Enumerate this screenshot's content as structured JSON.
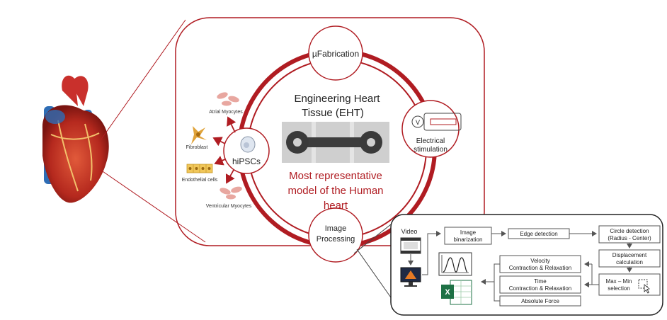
{
  "center": {
    "title_line1": "Engineering Heart",
    "title_line2": "Tissue (EHT)",
    "subtitle_line1": "Most representative",
    "subtitle_line2": "model of the Human",
    "subtitle_line3": "heart"
  },
  "nodes": {
    "fabrication": "µFabrication",
    "stimulation_line1": "Electrical",
    "stimulation_line2": "stimulation",
    "stimulation_symbol": "V",
    "processing_line1": "Image",
    "processing_line2": "Processing",
    "hipsc": "hiPSCs"
  },
  "cells": {
    "atrial": "Atrial Myocytes",
    "fibroblast": "Fibroblast",
    "endothelial": "Endothelial cells",
    "ventricular": "Ventricular Myocytes"
  },
  "pipeline": {
    "video": "Video",
    "binarization_line1": "Image",
    "binarization_line2": "binarization",
    "edge": "Edge detection",
    "circle_line1": "Circle detection",
    "circle_line2": "(Radius - Center)",
    "displacement_line1": "Displacement",
    "displacement_line2": "calculation",
    "maxmin_line1": "Max – Min",
    "maxmin_line2": "selection",
    "velocity_line1": "Velocity",
    "velocity_line2": "Contraction & Relaxation",
    "time_line1": "Time",
    "time_line2": "Contraction & Relaxation",
    "force": "Absolute Force",
    "excel_letter": "X"
  },
  "colors": {
    "accent_red": "#b01c22",
    "box_border": "#555555"
  }
}
